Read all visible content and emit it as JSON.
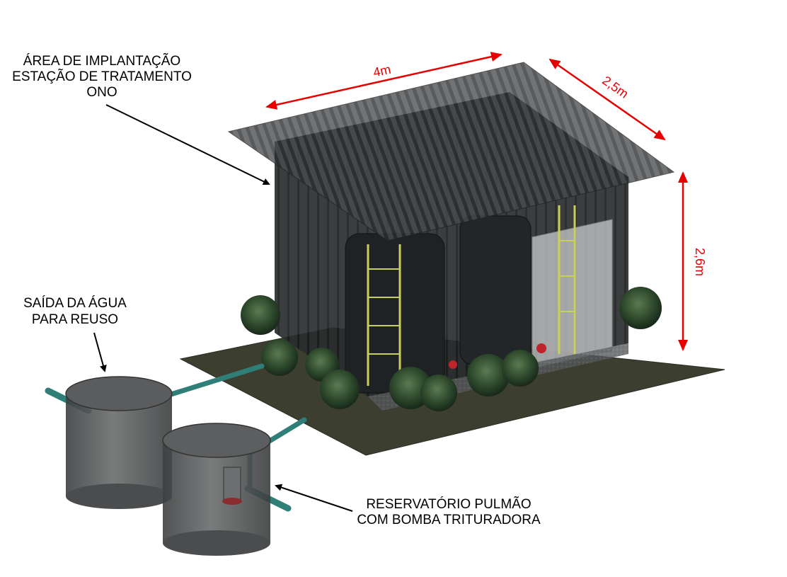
{
  "labels": {
    "implantacao": [
      "ÁREA DE IMPLANTAÇÃO",
      "ESTAÇÃO DE TRATAMENTO",
      "ONO"
    ],
    "saida": [
      "SAÍDA DA ÁGUA",
      "PARA REUSO"
    ],
    "reservatorio": [
      "RESERVATÓRIO PULMÃO",
      "COM BOMBA TRITURADORA"
    ]
  },
  "dimensions": {
    "length": "4m",
    "width": "2,5m",
    "height": "2,6m"
  },
  "colors": {
    "dimension": "#e60000",
    "ground": "#3c3f30",
    "enclosure": "#26292a",
    "tank": "#5a5a5a",
    "pipe": "#2f7f78",
    "foliage": "#2b4a2b",
    "ladder": "#c8cf5a"
  }
}
